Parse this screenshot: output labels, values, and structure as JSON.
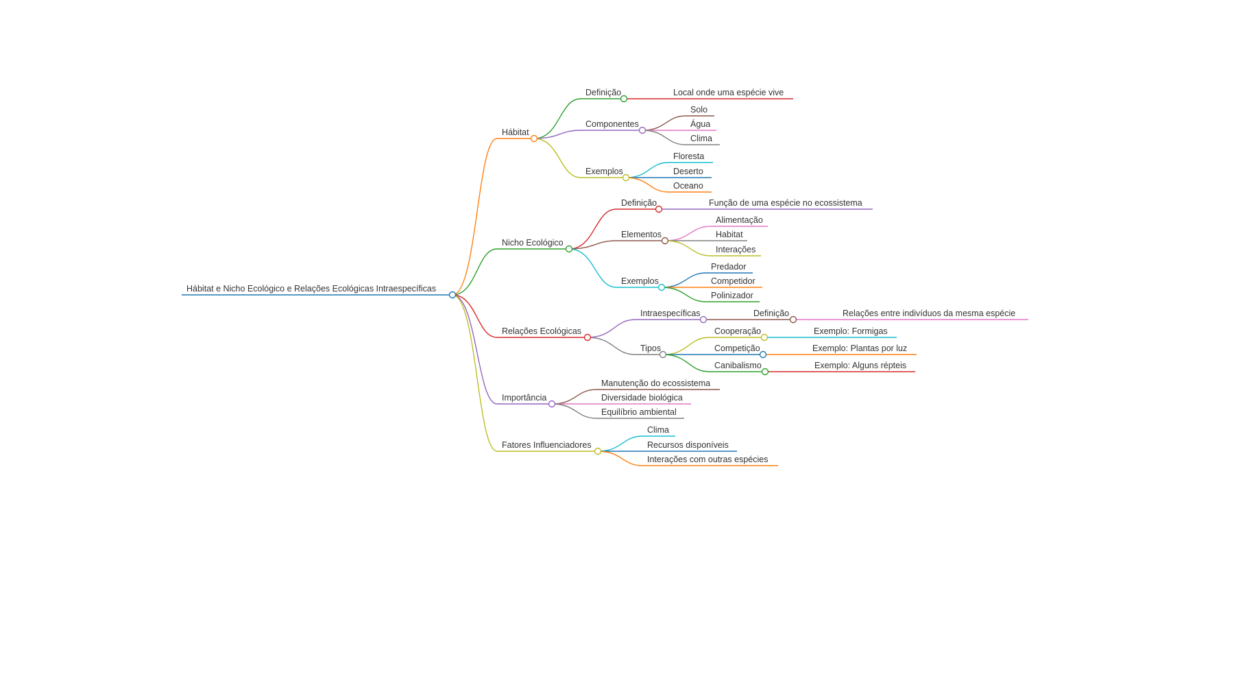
{
  "mindmap": {
    "root": {
      "label": "Hábitat e Nicho Ecológico e Relações Ecológicas Intraespecíficas",
      "color": "#1f77b4",
      "children": [
        {
          "label": "Hábitat",
          "color": "#ff7f0e",
          "children": [
            {
              "label": "Definição",
              "color": "#2ca02c",
              "children": [
                {
                  "label": "Local onde uma espécie vive",
                  "color": "#d62728"
                }
              ]
            },
            {
              "label": "Componentes",
              "color": "#9467bd",
              "children": [
                {
                  "label": "Solo",
                  "color": "#8c564b"
                },
                {
                  "label": "Água",
                  "color": "#e377c2"
                },
                {
                  "label": "Clima",
                  "color": "#7f7f7f"
                }
              ]
            },
            {
              "label": "Exemplos",
              "color": "#bcbd22",
              "children": [
                {
                  "label": "Floresta",
                  "color": "#17becf"
                },
                {
                  "label": "Deserto",
                  "color": "#1f77b4"
                },
                {
                  "label": "Oceano",
                  "color": "#ff7f0e"
                }
              ]
            }
          ]
        },
        {
          "label": "Nicho Ecológico",
          "color": "#2ca02c",
          "children": [
            {
              "label": "Definição",
              "color": "#d62728",
              "children": [
                {
                  "label": "Função de uma espécie no ecossistema",
                  "color": "#9467bd"
                }
              ]
            },
            {
              "label": "Elementos",
              "color": "#8c564b",
              "children": [
                {
                  "label": "Alimentação",
                  "color": "#e377c2"
                },
                {
                  "label": "Habitat",
                  "color": "#7f7f7f"
                },
                {
                  "label": "Interações",
                  "color": "#bcbd22"
                }
              ]
            },
            {
              "label": "Exemplos",
              "color": "#17becf",
              "children": [
                {
                  "label": "Predador",
                  "color": "#1f77b4"
                },
                {
                  "label": "Competidor",
                  "color": "#ff7f0e"
                },
                {
                  "label": "Polinizador",
                  "color": "#2ca02c"
                }
              ]
            }
          ]
        },
        {
          "label": "Relações Ecológicas",
          "color": "#d62728",
          "children": [
            {
              "label": "Intraespecíficas",
              "color": "#9467bd",
              "children": [
                {
                  "label": "Definição",
                  "color": "#8c564b",
                  "children": [
                    {
                      "label": "Relações entre indivíduos da mesma espécie",
                      "color": "#e377c2"
                    }
                  ]
                }
              ]
            },
            {
              "label": "Tipos",
              "color": "#7f7f7f",
              "children": [
                {
                  "label": "Cooperação",
                  "color": "#bcbd22",
                  "children": [
                    {
                      "label": "Exemplo: Formigas",
                      "color": "#17becf"
                    }
                  ]
                },
                {
                  "label": "Competição",
                  "color": "#1f77b4",
                  "children": [
                    {
                      "label": "Exemplo: Plantas por luz",
                      "color": "#ff7f0e"
                    }
                  ]
                },
                {
                  "label": "Canibalismo",
                  "color": "#2ca02c",
                  "children": [
                    {
                      "label": "Exemplo: Alguns répteis",
                      "color": "#d62728"
                    }
                  ]
                }
              ]
            }
          ]
        },
        {
          "label": "Importância",
          "color": "#9467bd",
          "children": [
            {
              "label": "Manutenção do ecossistema",
              "color": "#8c564b"
            },
            {
              "label": "Diversidade biológica",
              "color": "#e377c2"
            },
            {
              "label": "Equilíbrio ambiental",
              "color": "#7f7f7f"
            }
          ]
        },
        {
          "label": "Fatores Influenciadores",
          "color": "#bcbd22",
          "children": [
            {
              "label": "Clima",
              "color": "#17becf"
            },
            {
              "label": "Recursos disponíveis",
              "color": "#1f77b4"
            },
            {
              "label": "Interações com outras espécies",
              "color": "#ff7f0e"
            }
          ]
        }
      ]
    }
  }
}
